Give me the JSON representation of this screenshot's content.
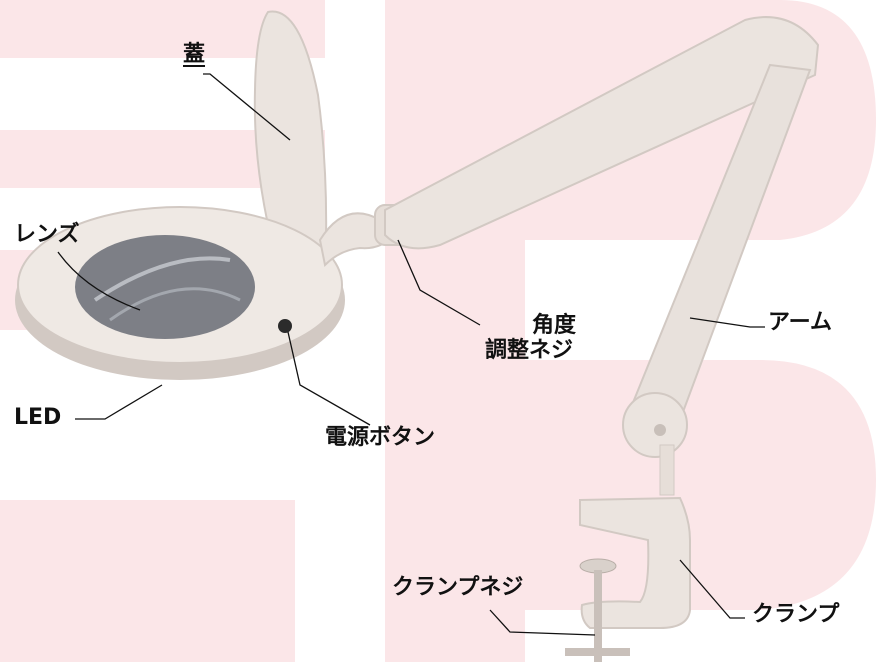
{
  "labels": {
    "lid": "蓋",
    "lens": "レンズ",
    "led": "LED",
    "power_button": "電源ボタン",
    "angle_screw_line1": "角度",
    "angle_screw_line2": "調整ネジ",
    "arm": "アーム",
    "clamp": "クランプ",
    "clamp_screw": "クランプネジ"
  },
  "colors": {
    "watermark": "#fbe6e8",
    "plastic": "#ebe4df",
    "plastic_shade": "#d2c9c3",
    "lens": "#7d7f86",
    "leader": "#111111",
    "button": "#2b2b2b"
  }
}
